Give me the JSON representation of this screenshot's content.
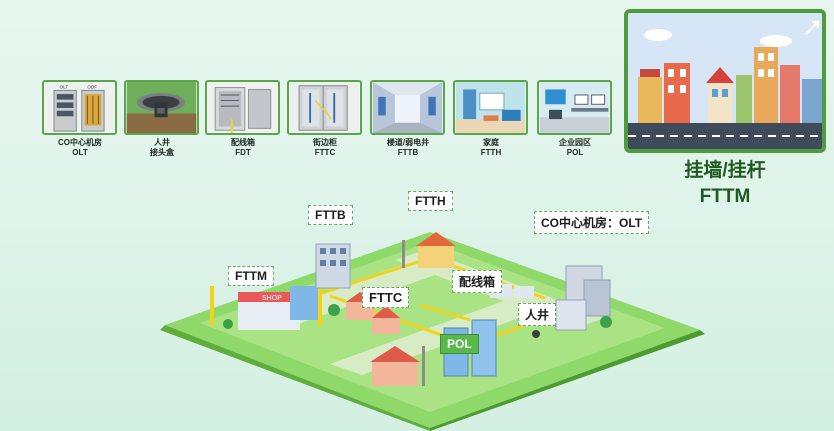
{
  "cards": [
    {
      "line1": "CO中心机房",
      "line2": "OLT",
      "icon": "olt-rack-icon",
      "mini1": "OLT",
      "mini2": "ODF"
    },
    {
      "line1": "人井",
      "line2": "接头盒",
      "icon": "manhole-icon"
    },
    {
      "line1": "配线箱",
      "line2": "FDT",
      "icon": "distribution-box-icon"
    },
    {
      "line1": "街边柜",
      "line2": "FTTC",
      "icon": "street-cabinet-icon"
    },
    {
      "line1": "楼道/弱电井",
      "line2": "FTTB",
      "icon": "building-corridor-icon"
    },
    {
      "line1": "家庭",
      "line2": "FTTH",
      "icon": "home-room-icon"
    },
    {
      "line1": "企业园区",
      "line2": "POL",
      "icon": "office-icon"
    }
  ],
  "featured": {
    "line1": "挂墙/挂杆",
    "line2": "FTTM",
    "icon": "street-buildings-icon"
  },
  "scene_labels": {
    "fttm": "FTTM",
    "fttb": "FTTB",
    "ftth": "FTTH",
    "co": "CO中心机房：OLT",
    "fttc": "FTTC",
    "fdt": "配线箱",
    "manhole": "人井",
    "pol": "POL",
    "shop": "SHOP"
  },
  "colors": {
    "accent": "#59b84b",
    "frame": "#4e9c3e",
    "fiber": "#f2d21b"
  }
}
